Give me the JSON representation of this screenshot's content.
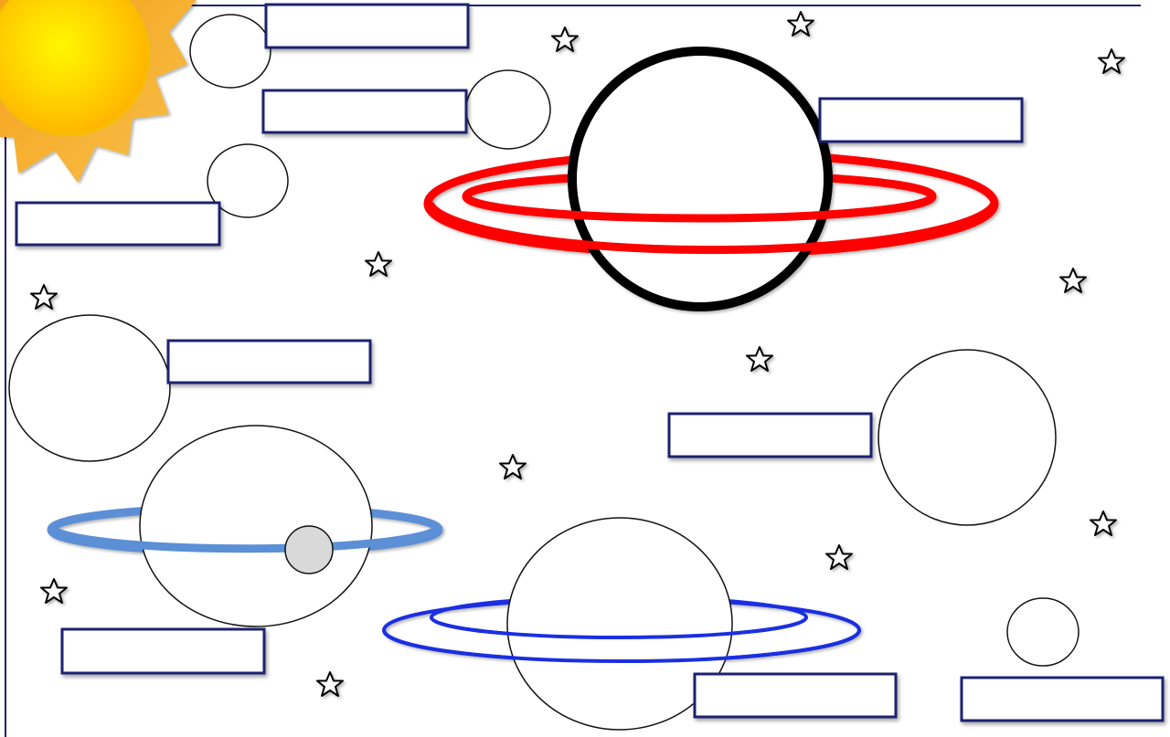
{
  "worksheet": {
    "type": "solar-system-labeling",
    "colors": {
      "border": "#1f2370",
      "label_border": "#1f2370",
      "sun_outer": "#f39c12",
      "sun_inner": "#ffe100",
      "saturn_like_ring": "#ff0000",
      "saturn_like_body": "#000000",
      "blue_ring_planet": "#5b8fd6",
      "neptune_like_ring": "#1a2fe0",
      "moon": "#d9d9d9"
    },
    "icons": [
      "sun-icon",
      "star-icon"
    ],
    "labels": [
      {
        "id": "label-1",
        "text": ""
      },
      {
        "id": "label-2",
        "text": ""
      },
      {
        "id": "label-3",
        "text": ""
      },
      {
        "id": "label-4",
        "text": ""
      },
      {
        "id": "label-5",
        "text": ""
      },
      {
        "id": "label-6",
        "text": ""
      },
      {
        "id": "label-7",
        "text": ""
      },
      {
        "id": "label-8",
        "text": ""
      },
      {
        "id": "label-9",
        "text": ""
      }
    ]
  }
}
